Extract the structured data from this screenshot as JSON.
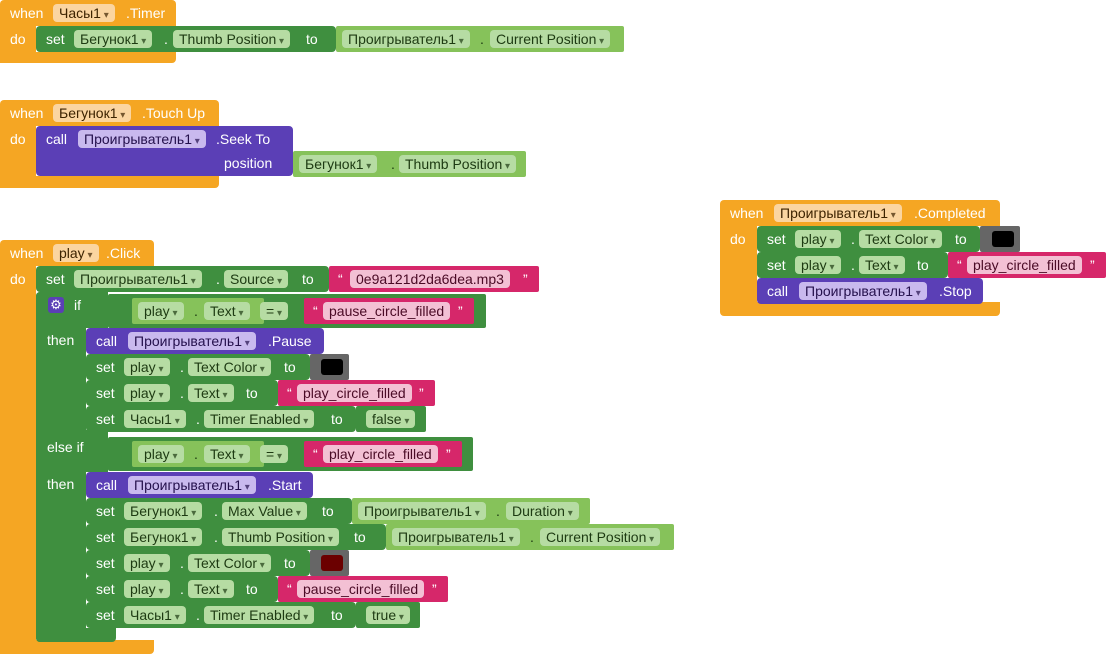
{
  "kw": {
    "when": "when",
    "do": "do",
    "set": "set",
    "call": "call",
    "to": "to",
    "dot": ".",
    "position": "position",
    "if": "if",
    "then": "then",
    "else_if": "else if",
    "eq": "=",
    "q_open": "“",
    "q_close": "”"
  },
  "block1": {
    "component": "Часы1",
    "event": ".Timer",
    "target": "Бегунок1",
    "prop": "Thumb Position",
    "src_comp": "Проигрыватель1",
    "src_prop": "Current Position"
  },
  "block2": {
    "component": "Бегунок1",
    "event": ".Touch Up",
    "call_comp": "Проигрыватель1",
    "method": ".Seek To",
    "arg_comp": "Бегунок1",
    "arg_prop": "Thumb Position"
  },
  "block3": {
    "component": "Проигрыватель1",
    "event": ".Completed",
    "s1_comp": "play",
    "s1_prop": "Text Color",
    "s1_color": "#000000",
    "s2_comp": "play",
    "s2_prop": "Text",
    "s2_val": "play_circle_filled",
    "c_comp": "Проигрыватель1",
    "c_method": ".Stop"
  },
  "block4": {
    "component": "play",
    "event": ".Click",
    "src_comp": "Проигрыватель1",
    "src_prop": "Source",
    "src_val": "0e9a121d2da6dea.mp3",
    "if_comp": "play",
    "if_prop": "Text",
    "if_val": "pause_circle_filled",
    "then1": {
      "call_comp": "Проигрыватель1",
      "method": ".Pause",
      "s1_comp": "play",
      "s1_prop": "Text Color",
      "s1_color": "#000000",
      "s2_comp": "play",
      "s2_prop": "Text",
      "s2_val": "play_circle_filled",
      "s3_comp": "Часы1",
      "s3_prop": "Timer Enabled",
      "s3_val": "false"
    },
    "elif_comp": "play",
    "elif_prop": "Text",
    "elif_val": "play_circle_filled",
    "then2": {
      "call_comp": "Проигрыватель1",
      "method": ".Start",
      "s1_comp": "Бегунок1",
      "s1_prop": "Max Value",
      "s1_src_comp": "Проигрыватель1",
      "s1_src_prop": "Duration",
      "s2_comp": "Бегунок1",
      "s2_prop": "Thumb Position",
      "s2_src_comp": "Проигрыватель1",
      "s2_src_prop": "Current Position",
      "s3_comp": "play",
      "s3_prop": "Text Color",
      "s3_color": "#6b0000",
      "s4_comp": "play",
      "s4_prop": "Text",
      "s4_val": "pause_circle_filled",
      "s5_comp": "Часы1",
      "s5_prop": "Timer Enabled",
      "s5_val": "true"
    }
  }
}
